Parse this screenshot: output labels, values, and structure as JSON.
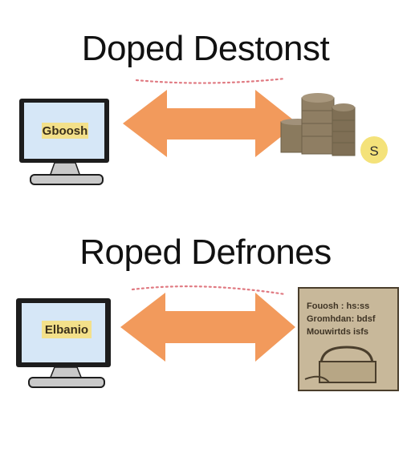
{
  "sections": [
    {
      "title": "Doped Destonst",
      "monitor_label": "Gboosh",
      "right_object": "coin-stack",
      "coin_symbol": "S"
    },
    {
      "title": "Roped Defrones",
      "monitor_label": "Elbanio",
      "right_object": "document-box",
      "doc_lines": [
        "Fouosh : hs:ss",
        "Gromhdan: bdsf",
        "Mouwirtds isfs"
      ]
    }
  ],
  "colors": {
    "arrow": "#f29a5c",
    "dotted_line": "#e07a82",
    "screen_fill": "#d6e7f7",
    "screen_label_fill": "#f3e08a",
    "monitor_frame": "#222222",
    "monitor_stand": "#c9c9c9",
    "coin": "#f4e27a",
    "stack_brown": "#8a7a5e",
    "box_fill": "#c8b89a"
  }
}
